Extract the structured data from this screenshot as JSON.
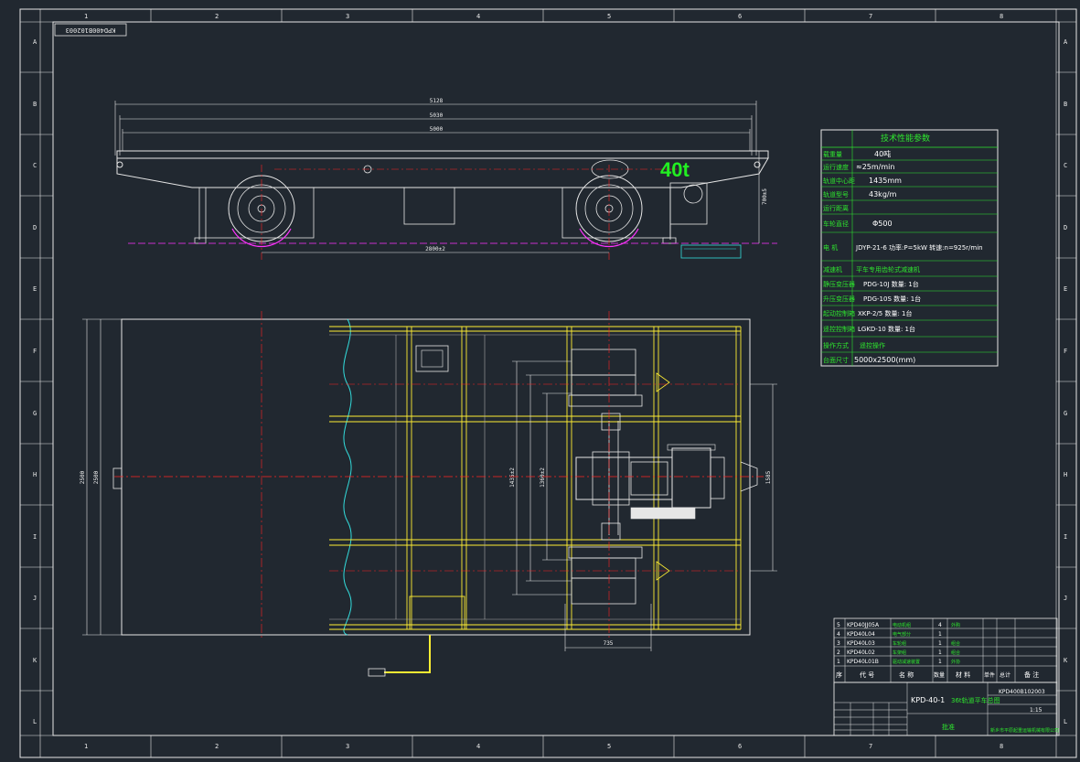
{
  "drawing_number_stamp": "KPD400B102003",
  "big_label": "40t",
  "column_numbers": [
    "1",
    "2",
    "3",
    "4",
    "5",
    "6",
    "7",
    "8"
  ],
  "row_letters": [
    "A",
    "B",
    "C",
    "D",
    "E",
    "F",
    "G",
    "H",
    "I",
    "J",
    "K",
    "L"
  ],
  "side_view": {
    "dim_overall": "5128",
    "dim_mid": "5030",
    "dim_inner": "5000",
    "dim_wheelbase": "2800±2",
    "dim_height": "700±5"
  },
  "plan_view": {
    "dim_width_outer": "2500",
    "dim_width_inner": "2500",
    "dim_gauge": "1435±2",
    "dim_gauge2": "1360±2",
    "dim_motor_span": "1585",
    "dim_bottom": "735"
  },
  "spec_table": {
    "title": "技术性能参数",
    "rows": [
      {
        "label": "载重量",
        "value": "40吨"
      },
      {
        "label": "运行速度",
        "value": "≈25m/min"
      },
      {
        "label": "轨道中心距",
        "value": "1435mm"
      },
      {
        "label": "轨道型号",
        "value": "43kg/m"
      },
      {
        "label": "运行距离",
        "value": ""
      },
      {
        "label": "车轮直径",
        "value": "Φ500"
      },
      {
        "label": "电  机",
        "value": "JDYP-21-6 功率:P=5kW  转速:n=925r/min"
      },
      {
        "label": "减速机",
        "value": "平车专用齿轮式减速机"
      },
      {
        "label": "静压变压器",
        "value": "PDG-10J   数量: 1台"
      },
      {
        "label": "升压变压器",
        "value": "PDG-10S   数量: 1台"
      },
      {
        "label": "起动控制箱",
        "value": "XKP-2/5  数量: 1台"
      },
      {
        "label": "遥控控制箱",
        "value": "LGKD-10 数量: 1台"
      },
      {
        "label": "操作方式",
        "value": "遥控操作"
      },
      {
        "label": "台面尺寸",
        "value": "5000x2500(mm)"
      }
    ]
  },
  "parts_list": {
    "rows": [
      {
        "no": "5",
        "code": "KPD40JJ05A",
        "name": "电动机组",
        "qty": "4",
        "note": "外购"
      },
      {
        "no": "4",
        "code": "KPD40L04",
        "name": "电气部分",
        "qty": "1",
        "note": ""
      },
      {
        "no": "3",
        "code": "KPD40L03",
        "name": "车轮组",
        "qty": "1",
        "note": "组合"
      },
      {
        "no": "2",
        "code": "KPD40L02",
        "name": "车架组",
        "qty": "1",
        "note": "组合"
      },
      {
        "no": "1",
        "code": "KPD40L01B",
        "name": "驱动减速装置",
        "qty": "1",
        "note": "外协"
      }
    ],
    "headers": [
      "序",
      "代  号",
      "名  称",
      "数量",
      "材  料",
      "单件",
      "总计",
      "备  注"
    ]
  },
  "title_block": {
    "model": "KPD-40-1",
    "title": "36t轨道平车总图",
    "drawing_no": "KPD400B102003",
    "scale": "1:15",
    "company": "新乡市平原起重运输机械有限公司",
    "approve": "批准"
  },
  "colors": {
    "background": "#212830",
    "white_line": "#e6e6e6",
    "yellow": "#ffee33",
    "green": "#22ee22",
    "cyan": "#33dddd",
    "red": "#ff2222",
    "magenta": "#ff33ff"
  }
}
